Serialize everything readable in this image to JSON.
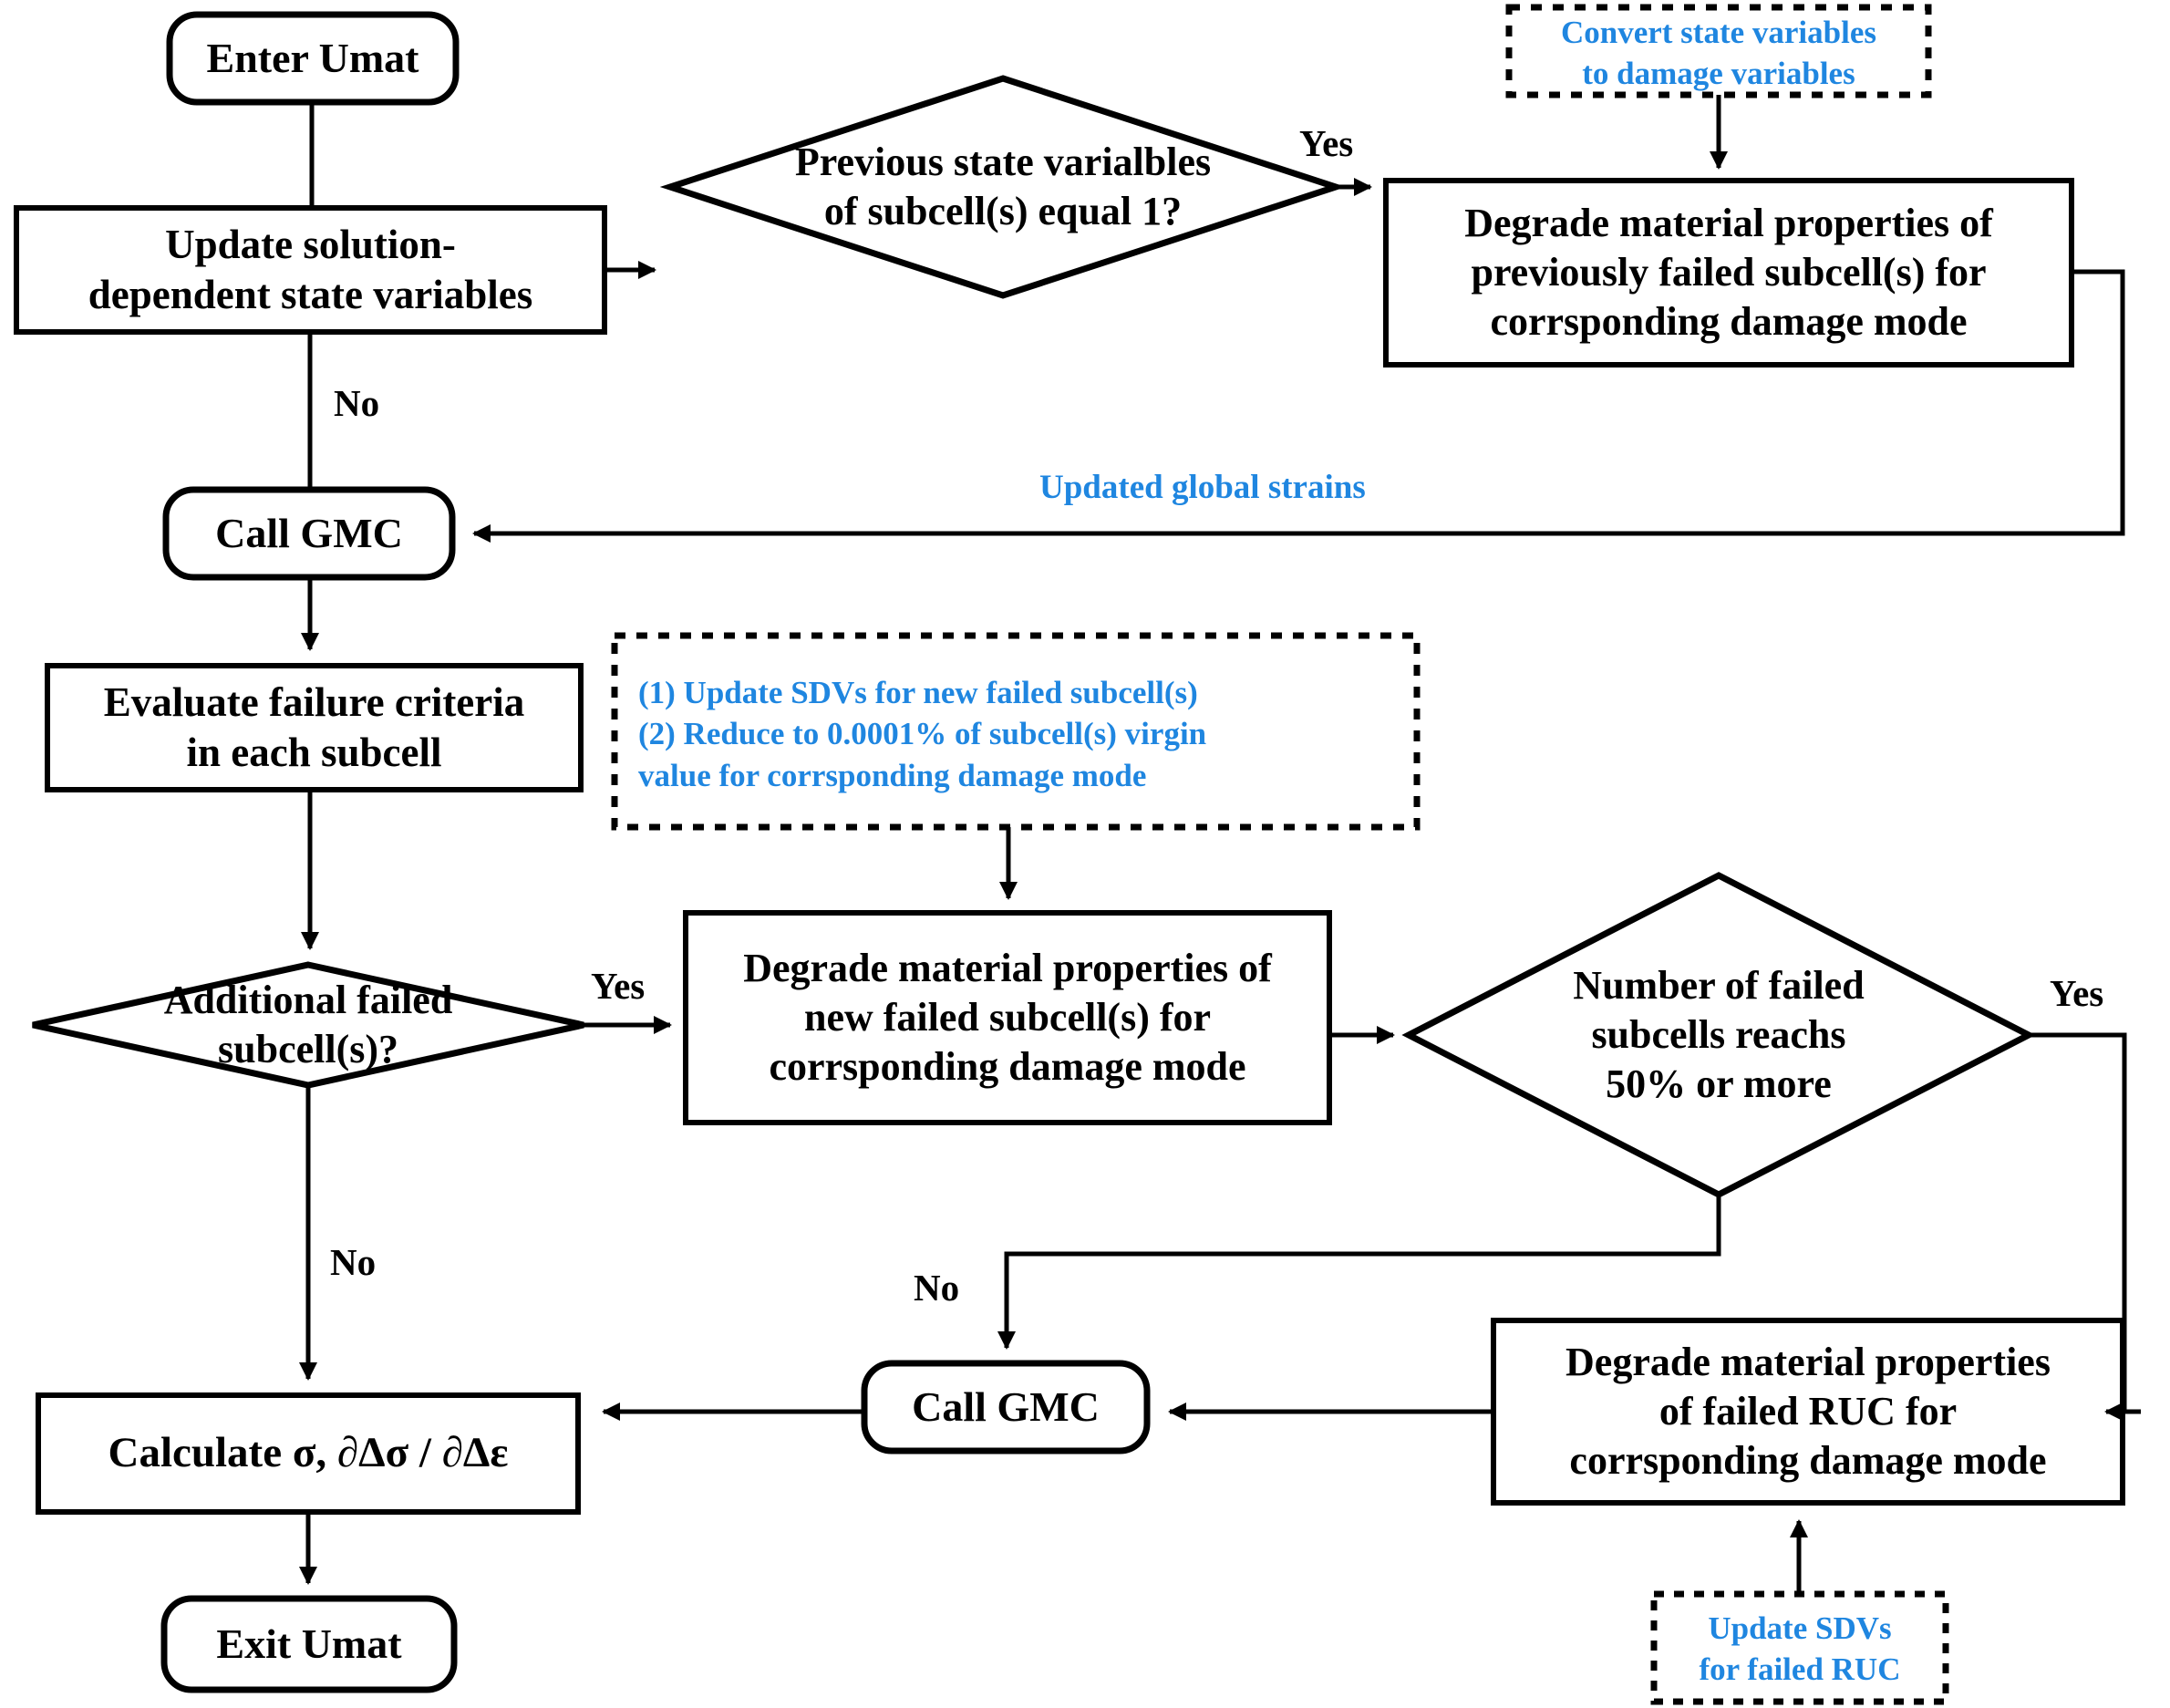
{
  "diagram": {
    "title": "UMAT damage analysis flowchart",
    "colors": {
      "stroke": "#000000",
      "fill": "#ffffff",
      "annotation_blue": "#1f86e0"
    }
  },
  "nodes": {
    "enter_umat": {
      "label": "Enter Umat",
      "shape": "terminator"
    },
    "update_sdv": {
      "label": "Update solution-\ndependent state variables",
      "shape": "process"
    },
    "prev_state_check": {
      "label": "Previous state varialbles\nof subcell(s) equal 1?",
      "shape": "decision"
    },
    "degrade_prev_failed": {
      "label": "Degrade material properties of\npreviously failed subcell(s) for\ncorrsponding damage mode",
      "shape": "process"
    },
    "call_gmc_top": {
      "label": "Call GMC",
      "shape": "terminator"
    },
    "evaluate_failure": {
      "label": "Evaluate failure criteria\nin each subcell",
      "shape": "process"
    },
    "additional_failed_check": {
      "label": "Additional failed\nsubcell(s)?",
      "shape": "decision"
    },
    "degrade_new_failed": {
      "label": "Degrade material properties of\nnew failed subcell(s) for\ncorrsponding damage mode",
      "shape": "process"
    },
    "failed_50_check": {
      "label": "Number of failed\nsubcells reachs\n50% or more",
      "shape": "decision"
    },
    "degrade_failed_ruc": {
      "label": "Degrade material properties\nof failed RUC for\ncorrsponding damage mode",
      "shape": "process"
    },
    "call_gmc_bottom": {
      "label": "Call GMC",
      "shape": "terminator"
    },
    "calculate_stress": {
      "label": "Calculate σ, ∂Δσ / ∂Δε",
      "shape": "process"
    },
    "exit_umat": {
      "label": "Exit Umat",
      "shape": "terminator"
    }
  },
  "notes": {
    "convert_state_vars": {
      "lines": [
        "Convert state variables",
        "to damage variables"
      ]
    },
    "update_sdv_reduce": {
      "lines": [
        "(1) Update SDVs for new failed subcell(s)",
        "(2) Reduce to 0.0001% of subcell(s) virgin",
        "value for corrsponding damage mode"
      ]
    },
    "update_sdv_ruc": {
      "lines": [
        "Update SDVs",
        "for failed RUC"
      ]
    }
  },
  "edge_labels": {
    "yes_prev_state": "Yes",
    "no_prev_state": "No",
    "yes_additional": "Yes",
    "no_additional": "No",
    "yes_fifty": "Yes",
    "no_fifty": "No",
    "updated_global_strains": "Updated global strains"
  }
}
